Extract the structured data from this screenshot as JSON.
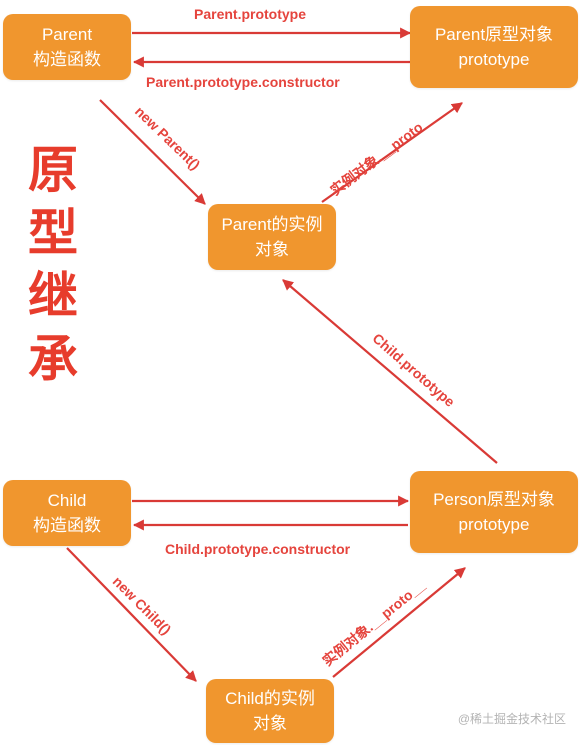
{
  "title_chars": [
    "原",
    "型",
    "继",
    "承"
  ],
  "nodes": {
    "parent_ctor": [
      "Parent",
      "构造函数"
    ],
    "parent_proto": [
      "Parent原型对象",
      "prototype"
    ],
    "parent_instance": [
      "Parent的实例",
      "对象"
    ],
    "child_ctor": [
      "Child",
      "构造函数"
    ],
    "person_proto": [
      "Person原型对象",
      "prototype"
    ],
    "child_instance": [
      "Child的实例",
      "对象"
    ]
  },
  "edges": {
    "parent_prototype": "Parent.prototype",
    "parent_constructor": "Parent.prototype.constructor",
    "new_parent": "new   Parent()",
    "parent_instance_proto": "实例对象.__proto__",
    "child_prototype": "Child.prototype",
    "child_constructor": "Child.prototype.constructor",
    "new_child": "new   Child()",
    "child_instance_proto": "实例对象.__proto__"
  },
  "watermark": "@稀土掘金技术社区",
  "colors": {
    "node_fill": "#f0962e",
    "node_text": "#ffffff",
    "arrow": "#d93a36",
    "label_text": "#e5443d",
    "title_text": "#e73c2c",
    "watermark": "#b3b3b3"
  }
}
